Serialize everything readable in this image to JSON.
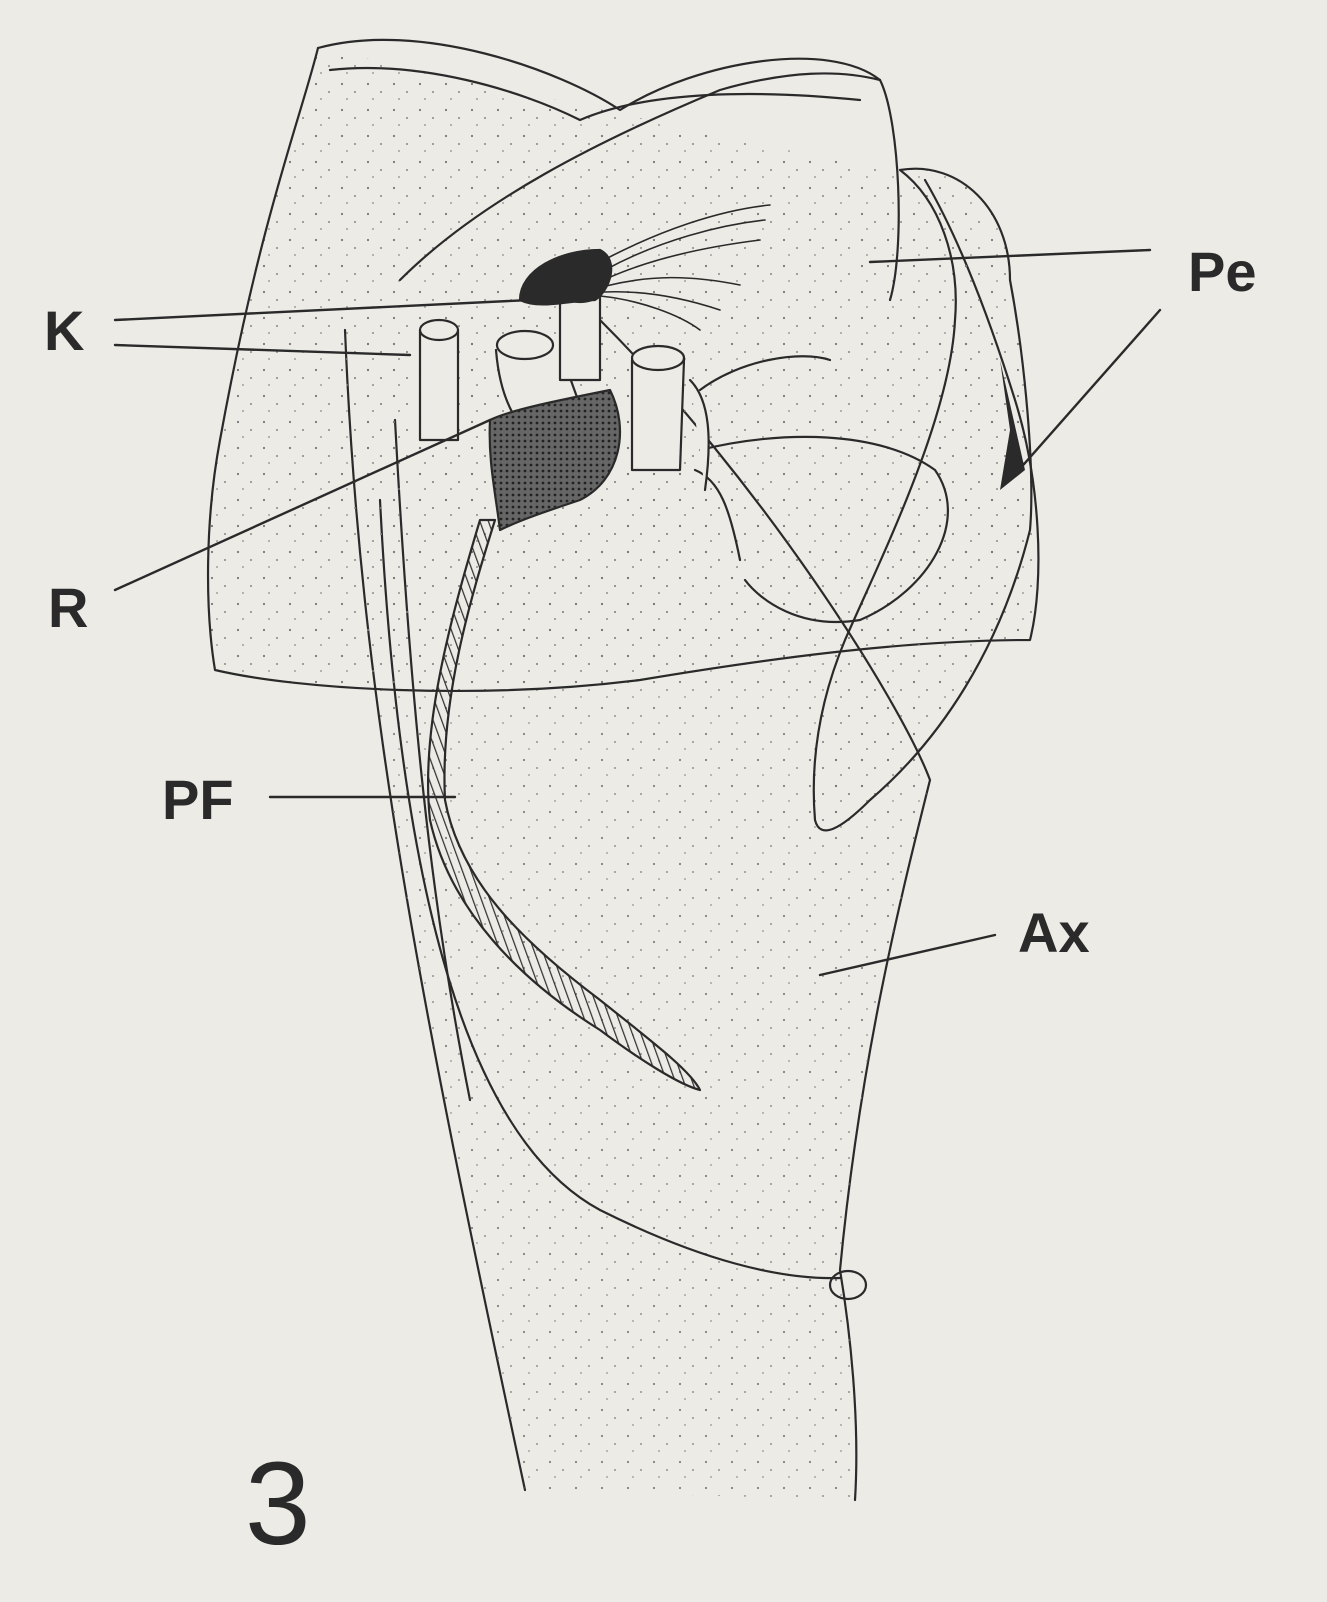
{
  "labels": {
    "k": "K",
    "pe": "Pe",
    "r": "R",
    "pf": "PF",
    "ax": "Ax"
  },
  "figure_number": "3",
  "colors": {
    "background": "#ecebe6",
    "ink": "#2a2a2a"
  }
}
